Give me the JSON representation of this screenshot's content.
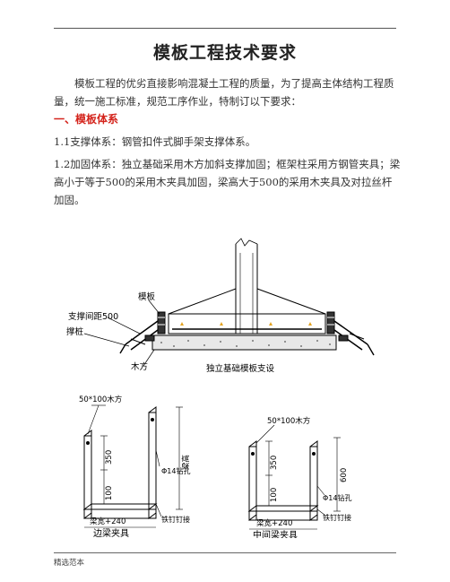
{
  "page": {
    "title": "模板工程技术要求",
    "intro": "模板工程的优劣直接影响混凝土工程的质量，为了提高主体结构工程质量，统一施工标准，规范工序作业，特制订以下要求：",
    "section1": {
      "heading": "一、模板体系",
      "item1": "1.1支撑体系：钢管扣件式脚手架支撑体系。",
      "item2": "1.2加固体系：独立基础采用木方加斜支撑加固；框架柱采用方钢管夹具；梁高小于等于500的采用木夹具加固，梁高大于500的采用木夹具及对拉丝杆加固。"
    },
    "footer": "精选范本"
  },
  "drawing": {
    "foundation": {
      "label_formwork": "模板",
      "label_support": "支撑间距500",
      "label_stake": "撑桩",
      "label_timber": "木方",
      "caption": "独立基础模板支设"
    },
    "edge_beam": {
      "label_timber": "50*100木方",
      "dim_350": "350",
      "dim_100": "100",
      "dim_height": "梁高",
      "label_hole": "Φ14钻孔",
      "label_nail": "铁钉钉接",
      "dim_width": "梁宽+240",
      "caption": "边梁夹具"
    },
    "middle_beam": {
      "label_timber": "50*100木方",
      "dim_350": "350",
      "dim_100": "100",
      "dim_600": "600",
      "label_hole": "Φ14钻孔",
      "label_nail": "铁钉钉接",
      "dim_width": "梁宽+240",
      "caption": "中间梁夹具"
    }
  }
}
